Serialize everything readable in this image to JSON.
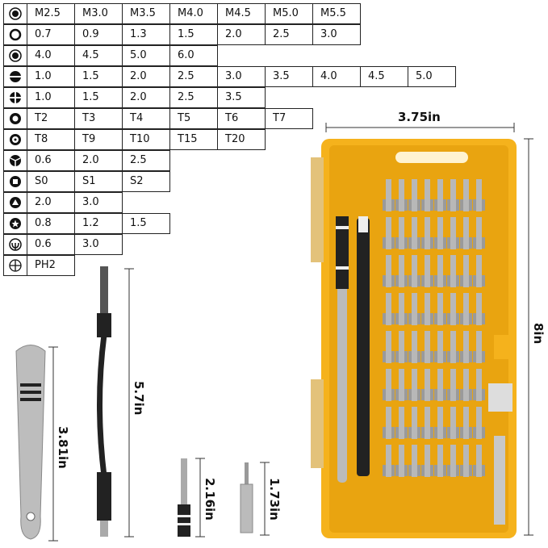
{
  "bit_table": [
    {
      "icon": "pentalobe-icon",
      "sizes": [
        "M2.5",
        "M3.0",
        "M3.5",
        "M4.0",
        "M4.5",
        "M5.0",
        "M5.5"
      ]
    },
    {
      "icon": "hex-icon",
      "sizes": [
        "0.7",
        "0.9",
        "1.3",
        "1.5",
        "2.0",
        "2.5",
        "3.0"
      ]
    },
    {
      "icon": "hex-socket-icon",
      "sizes": [
        "4.0",
        "4.5",
        "5.0",
        "6.0"
      ]
    },
    {
      "icon": "slotted-icon",
      "sizes": [
        "1.0",
        "1.5",
        "2.0",
        "2.5",
        "3.0",
        "3.5",
        "4.0",
        "4.5",
        "5.0"
      ]
    },
    {
      "icon": "phillips-icon",
      "sizes": [
        "1.0",
        "1.5",
        "2.0",
        "2.5",
        "3.5"
      ]
    },
    {
      "icon": "torx-icon",
      "sizes": [
        "T2",
        "T3",
        "T4",
        "T5",
        "T6",
        "T7"
      ]
    },
    {
      "icon": "security-torx-icon",
      "sizes": [
        "T8",
        "T9",
        "T10",
        "T15",
        "T20"
      ]
    },
    {
      "icon": "tri-wing-icon",
      "sizes": [
        "0.6",
        "2.0",
        "2.5"
      ]
    },
    {
      "icon": "square-icon",
      "sizes": [
        "S0",
        "S1",
        "S2"
      ]
    },
    {
      "icon": "triangle-icon",
      "sizes": [
        "2.0",
        "3.0"
      ]
    },
    {
      "icon": "pentalobe-star-icon",
      "sizes": [
        "0.8",
        "1.2",
        "1.5"
      ]
    },
    {
      "icon": "y-type-icon",
      "sizes": [
        "0.6",
        "3.0"
      ]
    },
    {
      "icon": "ph-icon",
      "sizes": [
        "PH2"
      ]
    }
  ],
  "dimensions": {
    "case_width": "3.75in",
    "case_height": "8in",
    "handle_length": "3.81in",
    "flex_shaft_length": "5.7in",
    "bit_holder_length": "2.16in",
    "bit_length": "1.73in"
  },
  "colors": {
    "case": "#f5b21c",
    "bits": "#b8b8b8"
  }
}
